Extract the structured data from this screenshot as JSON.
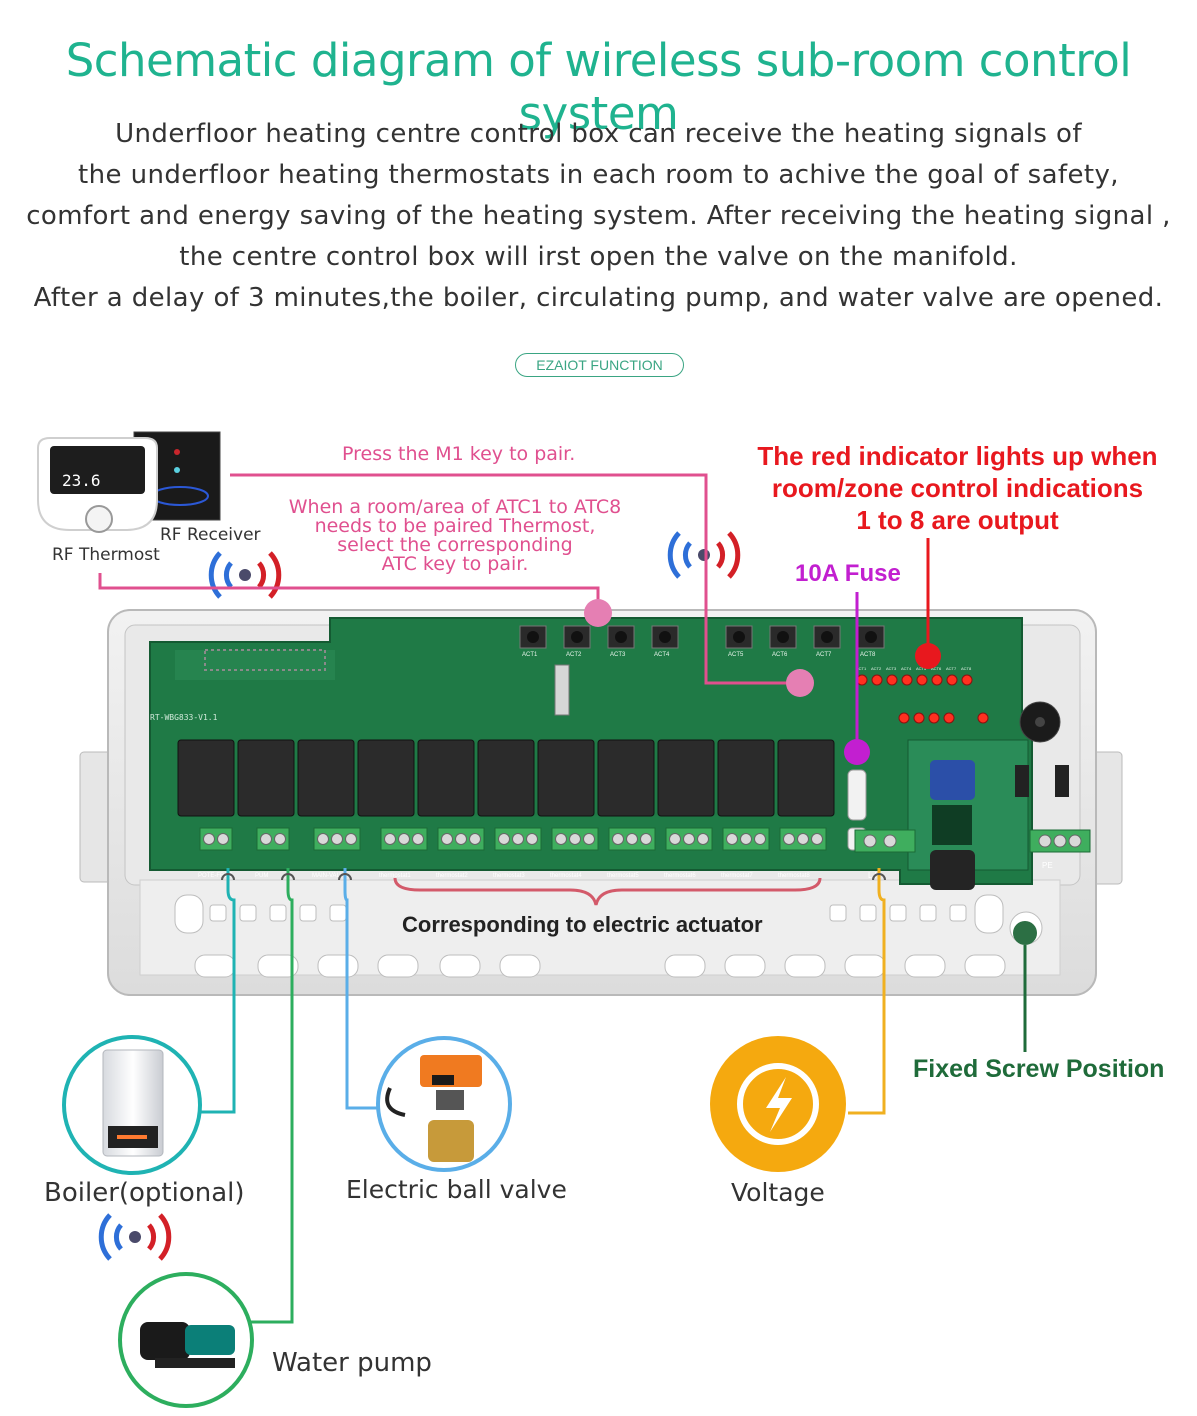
{
  "title": "Schematic diagram of wireless sub-room control system",
  "intro_lines": [
    "Underfloor heating centre control box can receive the heating signals of",
    "the underfloor heating thermostats in each room to achive the goal of safety,",
    "comfort and energy saving of the heating system. After receiving the heating signal ,",
    "the centre control box will irst open the valve on the manifold.",
    " After a delay of 3 minutes,the boiler, circulating pump, and water valve are opened."
  ],
  "badge": "EZAIOT FUNCTION",
  "device_labels": {
    "rf_receiver": "RF Receiver",
    "rf_thermost": "RF Thermost",
    "thermostat_screen": "23.6"
  },
  "callouts": {
    "m1_pair": "Press the M1 key to pair.",
    "atc_pair": [
      "When a room/area of ATC1 to ATC8",
      "needs to be paired Thermost,",
      "select the corresponding",
      "ATC key to pair."
    ],
    "red_indicator": [
      "The red indicator lights up when",
      "room/zone control indications",
      "1 to 8 are output"
    ],
    "fuse": "10A Fuse",
    "actuator": "Corresponding to electric actuator",
    "screw": "Fixed Screw Position"
  },
  "board": {
    "model": "RT-WBG833-V1.1",
    "terminal_labels": [
      "POTE-FREE",
      "PUM",
      "MAIN-VALVE",
      "thermostat1",
      "thermostat2",
      "thermostat3",
      "thermostat4",
      "thermostat5",
      "thermostat6",
      "thermostat7",
      "thermostat8",
      "L N",
      "PE"
    ],
    "act_keys": [
      "ACT1",
      "ACT2",
      "ACT3",
      "ACT4",
      "ACT5",
      "ACT6",
      "ACT7",
      "ACT8"
    ],
    "led_labels": [
      "ACT1",
      "ACT2",
      "ACT3",
      "ACT4",
      "ACT5",
      "ACT6",
      "ACT7",
      "ACT8"
    ]
  },
  "devices": {
    "boiler": "Boiler(optional)",
    "valve": "Electric ball valve",
    "voltage": "Voltage",
    "pump": "Water pump"
  },
  "colors": {
    "title": "#1fb38f",
    "pink": "#e0508f",
    "magenta": "#c21fd0",
    "red": "#e8181e",
    "teal": "#1fb3b3",
    "green_line": "#2dae5e",
    "blue_line": "#5aaee8",
    "yellow_line": "#f0b020",
    "screw_line": "#1f6b3a",
    "board": "#1f7a46"
  },
  "icons": [
    "wifi-signal-icon",
    "lightning-icon"
  ]
}
